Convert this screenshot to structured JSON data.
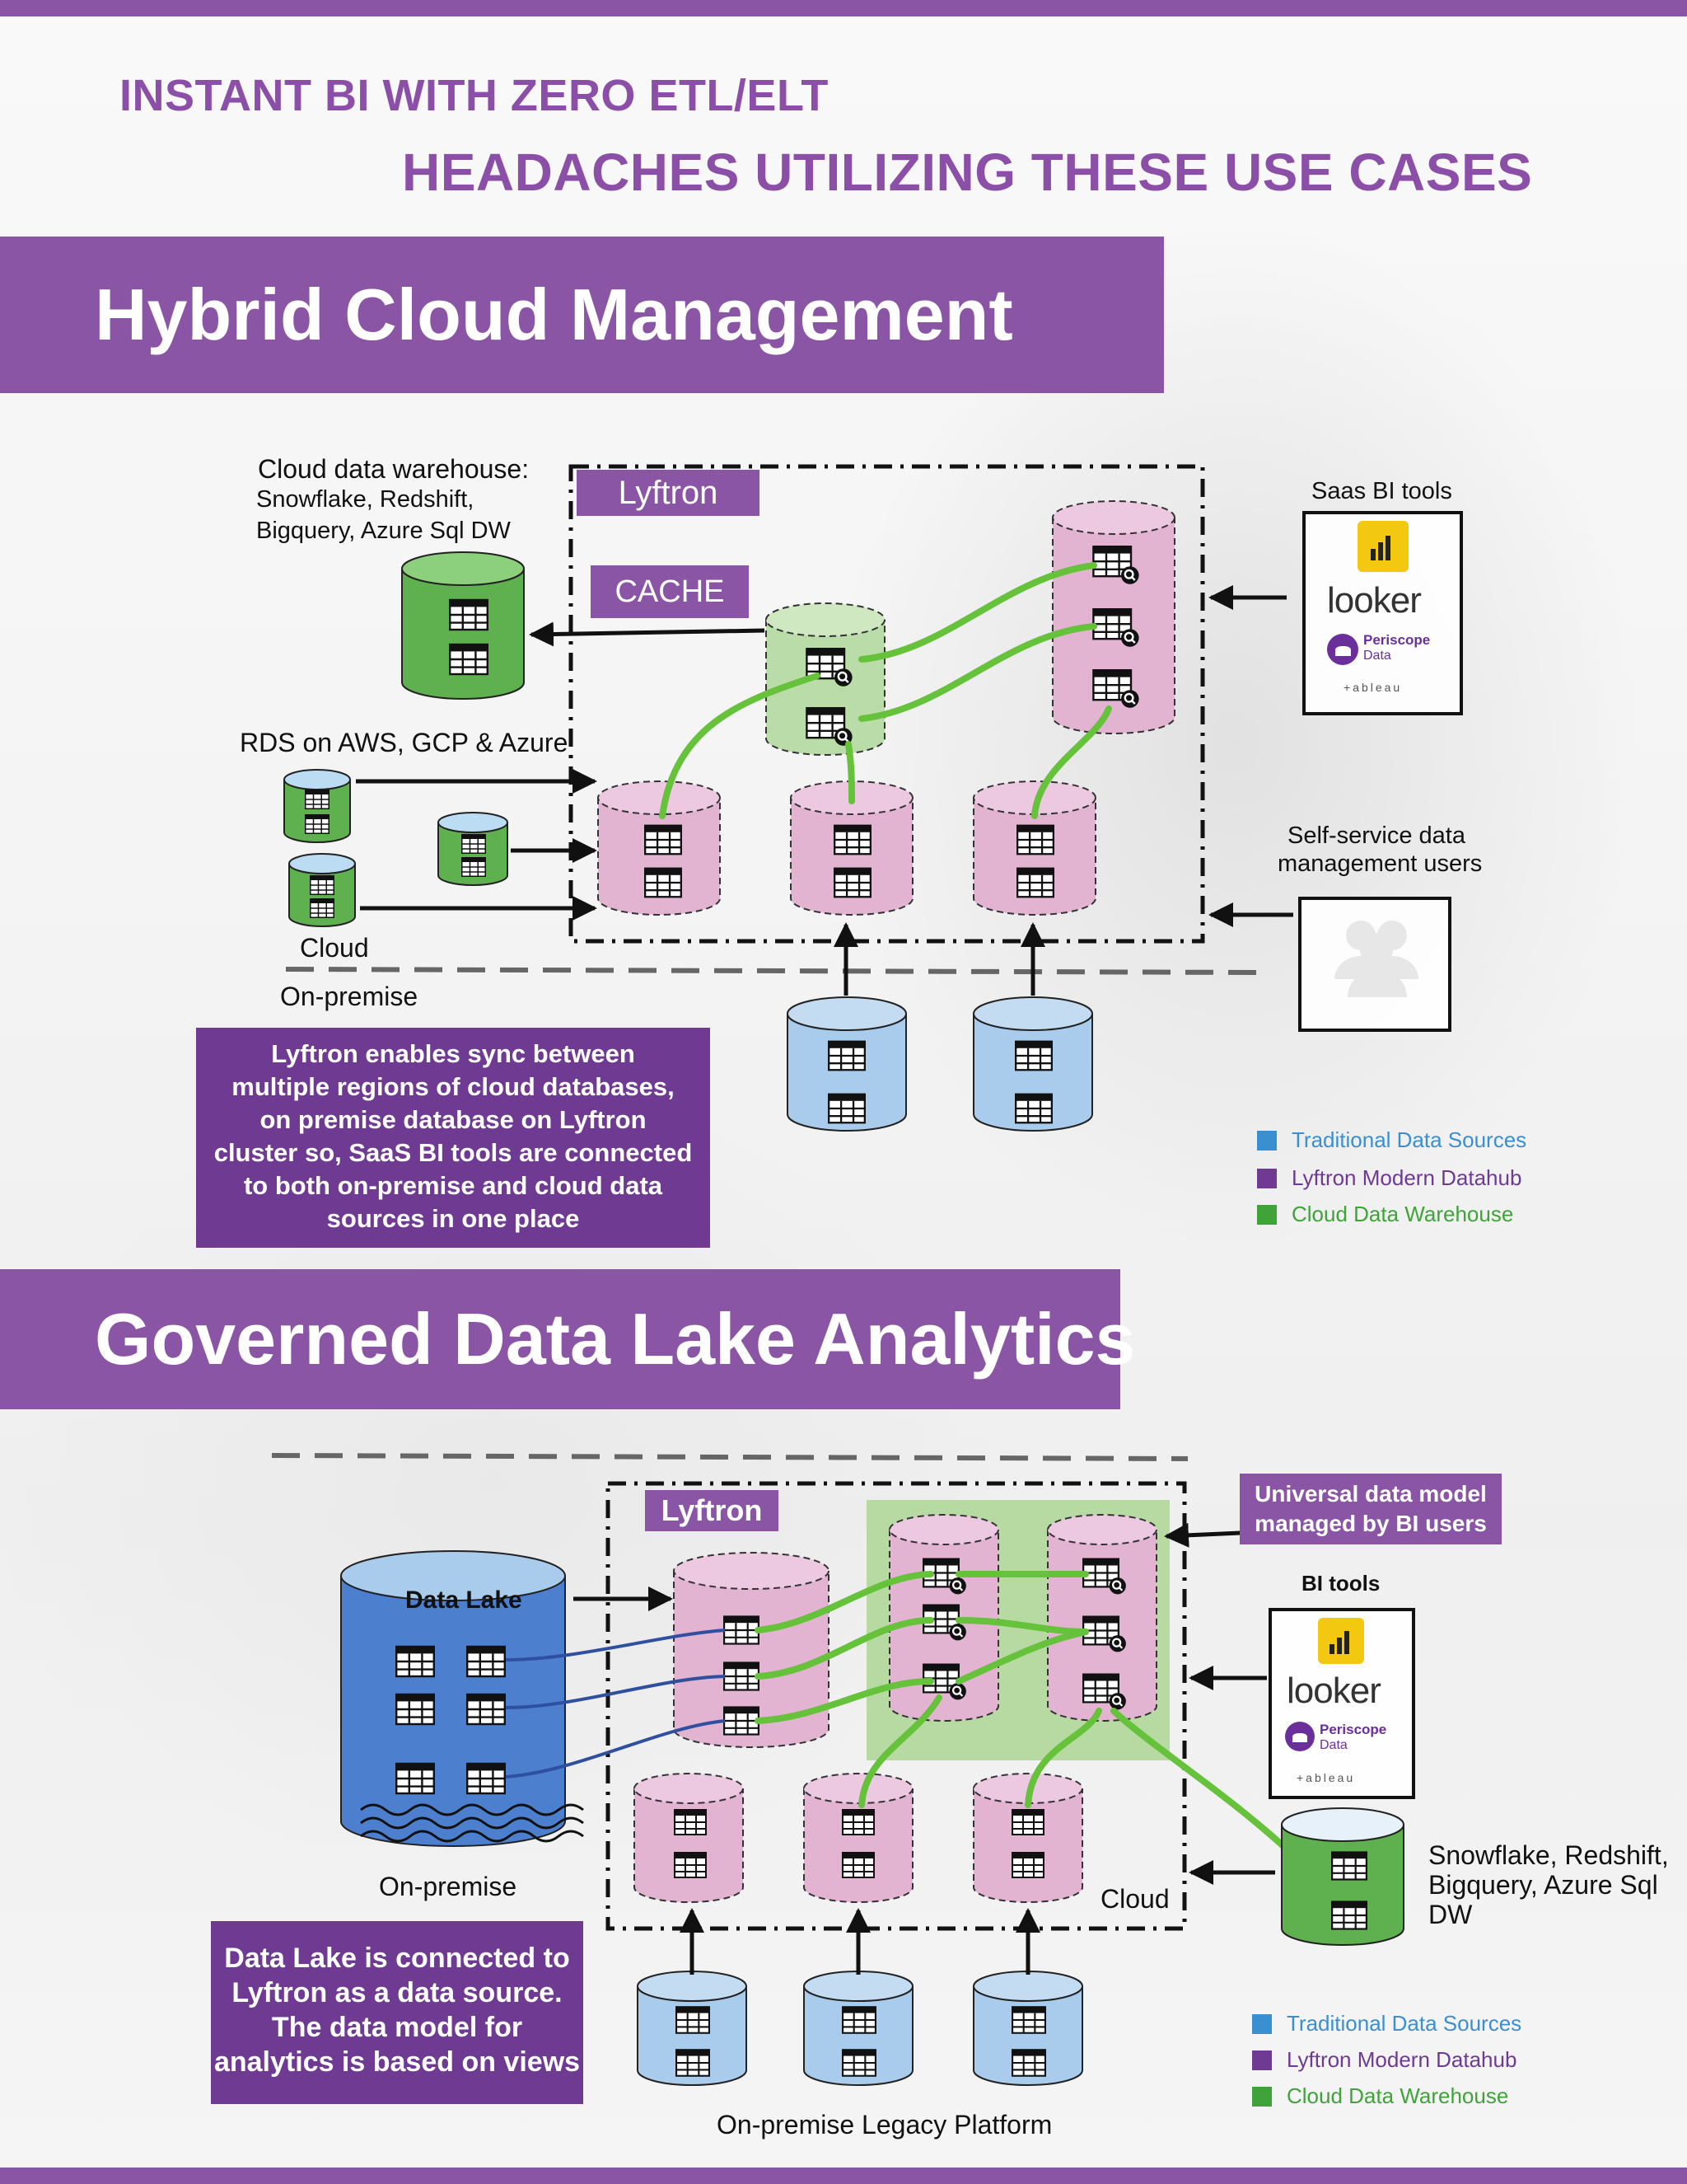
{
  "header": {
    "line1": "INSTANT BI WITH ZERO ETL/ELT",
    "line2": "HEADACHES UTILIZING THESE USE CASES"
  },
  "section1": {
    "title": "Hybrid Cloud Management",
    "cloud_dw_label": [
      "Cloud data warehouse:",
      "Snowflake, Redshift,",
      "Bigquery, Azure Sql DW"
    ],
    "rds_label": "RDS on AWS, GCP & Azure",
    "cloud_label": "Cloud",
    "onprem_label": "On-premise",
    "lyftron_tag": "Lyftron",
    "cache_tag": "CACHE",
    "saas_label": "Saas BI tools",
    "selfservice_label": [
      "Self-service data",
      "management users"
    ],
    "callout": [
      "Lyftron enables sync between",
      "multiple regions of cloud databases,",
      "on premise database on Lyftron",
      "cluster so, SaaS BI tools are connected",
      "to both on-premise and cloud data",
      "sources in one place"
    ],
    "legend": [
      {
        "label": "Traditional Data Sources",
        "color": "#3a8fd1"
      },
      {
        "label": "Lyftron Modern Datahub",
        "color": "#6e3a92"
      },
      {
        "label": "Cloud Data Warehouse",
        "color": "#3fa33a"
      }
    ]
  },
  "section2": {
    "title": "Governed Data Lake Analytics",
    "lyftron_tag": "Lyftron",
    "udm_tag": [
      "Universal data model",
      "managed by BI users"
    ],
    "bi_tools_label": "BI tools",
    "data_lake_label": "Data Lake",
    "onprem_label": "On-premise",
    "cloud_label": "Cloud",
    "legacy_label": "On-premise Legacy Platform",
    "dw_label": [
      "Snowflake, Redshift,",
      "Bigquery, Azure Sql",
      "DW"
    ],
    "callout": [
      "Data Lake is connected to",
      "Lyftron as a data source.",
      "The data model for",
      "analytics is based on views"
    ],
    "legend": [
      {
        "label": "Traditional Data Sources",
        "color": "#3a8fd1"
      },
      {
        "label": "Lyftron Modern Datahub",
        "color": "#6e3a92"
      },
      {
        "label": "Cloud Data Warehouse",
        "color": "#3fa33a"
      }
    ]
  },
  "bi_logos": {
    "looker": "looker",
    "periscope": "Periscope",
    "periscope_sub": "Data",
    "tableau": "+ableau"
  },
  "colors": {
    "brand_purple": "#8b55a6",
    "callout_purple": "#6e3a92",
    "pink_db": "#e3b3d2",
    "green_db": "#5fb14f",
    "blue_db": "#a9ccec",
    "lake_blue": "#4d7fcf",
    "connector_green": "#66c23b",
    "connector_blue": "#2f4f9f"
  }
}
